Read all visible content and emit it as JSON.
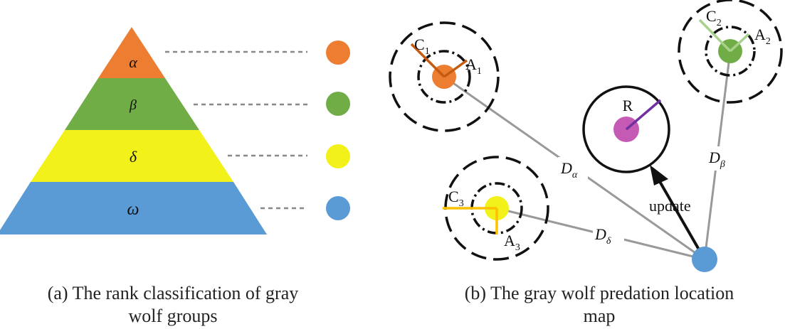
{
  "pyramid": {
    "levels": [
      {
        "symbol": "α",
        "color": "#ED7D31"
      },
      {
        "symbol": "β",
        "color": "#70AD47"
      },
      {
        "symbol": "δ",
        "color": "#F2F21A"
      },
      {
        "symbol": "ω",
        "color": "#5B9BD5"
      }
    ],
    "caption_line1": "(a) The rank classification of gray",
    "caption_line2": "wolf groups"
  },
  "predation": {
    "wolves": [
      {
        "c_label": "C",
        "c_sub": "1",
        "a_label": "A",
        "a_sub": "1",
        "color": "#ED7D31",
        "line_color": "#C55A11"
      },
      {
        "c_label": "C",
        "c_sub": "2",
        "a_label": "A",
        "a_sub": "2",
        "color": "#70AD47",
        "line_color": "#A9D18E"
      },
      {
        "c_label": "C",
        "c_sub": "3",
        "a_label": "A",
        "a_sub": "3",
        "color": "#F2F21A",
        "line_color": "#FFC000"
      }
    ],
    "prey": {
      "label": "R",
      "color": "#C55AB5",
      "line_color": "#7030A0"
    },
    "omega_color": "#5B9BD5",
    "distances": [
      {
        "label": "D",
        "sub": "α"
      },
      {
        "label": "D",
        "sub": "β"
      },
      {
        "label": "D",
        "sub": "δ"
      }
    ],
    "update_label": "update",
    "caption_line1": "(b) The gray wolf predation location",
    "caption_line2": "map"
  }
}
